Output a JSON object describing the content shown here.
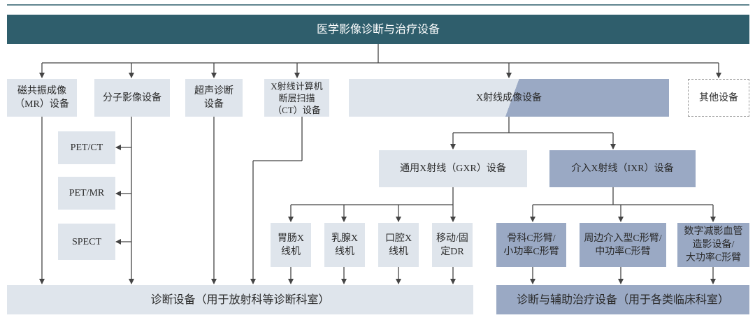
{
  "root": {
    "label": "医学影像诊断与治疗设备"
  },
  "categories": {
    "mr": "磁共振成像\n（MR）设备",
    "molecular": "分子影像设备",
    "ultrasound": "超声诊断\n设备",
    "ct": "X射线计算机\n断层扫描\n（CT）设备",
    "xray": "X射线成像设备",
    "other": "其他设备"
  },
  "molecular_children": [
    "PET/CT",
    "PET/MR",
    "SPECT"
  ],
  "xray_children": {
    "gxr": "通用X射线（GXR）设备",
    "ixr": "介入X射线（IXR）设备"
  },
  "gxr_children": [
    "胃肠X\n线机",
    "乳腺X\n线机",
    "口腔X\n线机",
    "移动/固\n定DR"
  ],
  "ixr_children": [
    "骨科C形臂/\n小功率C形臂",
    "周边介入型C形臂/\n中功率C形臂",
    "数字减影血管\n造影设备/\n大功率C形臂"
  ],
  "bottom": {
    "diagnosis": "诊断设备（用于放射科等诊断科室）",
    "treatment": "诊断与辅助治疗设备（用于各类临床科室）"
  }
}
